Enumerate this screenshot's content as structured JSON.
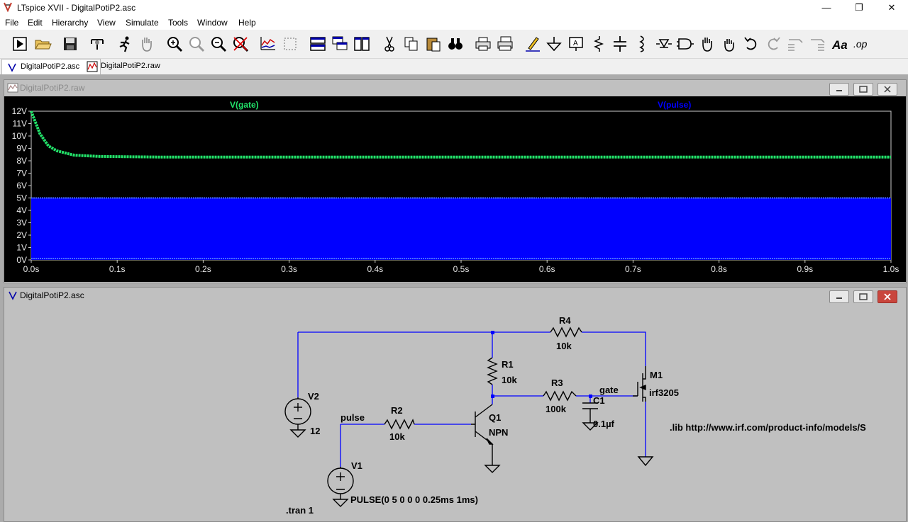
{
  "window": {
    "title": "LTspice XVII - DigitalPotiP2.asc",
    "minimize_glyph": "—",
    "maximize_glyph": "❐",
    "close_glyph": "✕"
  },
  "menu": [
    "File",
    "Edit",
    "Hierarchy",
    "View",
    "Simulate",
    "Tools",
    "Window",
    "Help"
  ],
  "toolbar_icons": [
    "run-icon",
    "open-icon",
    "save-icon",
    "control-panel-icon",
    "run-simulation-icon",
    "pan-hand-icon",
    "zoom-in-icon",
    "zoom-area-icon",
    "zoom-out-icon",
    "zoom-cancel-icon",
    "autoscale-icon",
    "zoom-fit-icon",
    "tile-horizontal-icon",
    "cascade-icon",
    "tile-vertical-icon",
    "cut-icon",
    "copy-icon",
    "paste-icon",
    "find-icon",
    "print-icon",
    "print-setup-icon",
    "pencil-wire-icon",
    "ground-icon",
    "label-net-icon",
    "resistor-icon",
    "capacitor-icon",
    "inductor-icon",
    "diode-icon",
    "component-icon",
    "move-hand-icon",
    "drag-hand-icon",
    "undo-icon",
    "redo-icon",
    "rotate-icon",
    "mirror-icon",
    "text-icon",
    "spice-directive-icon"
  ],
  "tabs": [
    {
      "label": "DigitalPotiP2.asc",
      "icon": "schematic-icon"
    },
    {
      "label": "DigitalPotiP2.raw",
      "icon": "waveform-icon"
    }
  ],
  "plot_window": {
    "title": "DigitalPotiP2.raw",
    "trace1": "V(gate)",
    "trace2": "V(pulse)"
  },
  "schematic_window": {
    "title": "DigitalPotiP2.asc"
  },
  "chart_data": {
    "type": "line",
    "series": [
      {
        "name": "V(gate)",
        "color": "#22e36a",
        "x": [
          0.0,
          0.01,
          0.02,
          0.03,
          0.05,
          0.08,
          0.15,
          1.0
        ],
        "values": [
          12.0,
          10.2,
          9.2,
          8.8,
          8.45,
          8.35,
          8.3,
          8.3
        ]
      },
      {
        "name": "V(pulse)",
        "color": "#0000ff",
        "x": [
          0.0,
          1.0
        ],
        "values_min": [
          0,
          0
        ],
        "values_max": [
          5,
          5
        ]
      }
    ],
    "x_ticks": [
      "0.0s",
      "0.1s",
      "0.2s",
      "0.3s",
      "0.4s",
      "0.5s",
      "0.6s",
      "0.7s",
      "0.8s",
      "0.9s",
      "1.0s"
    ],
    "y_ticks": [
      "0V",
      "1V",
      "2V",
      "3V",
      "4V",
      "5V",
      "6V",
      "7V",
      "8V",
      "9V",
      "10V",
      "11V",
      "12V"
    ],
    "xlim": [
      0,
      1.0
    ],
    "ylim": [
      0,
      12
    ],
    "grid": false
  },
  "schematic": {
    "R4": {
      "name": "R4",
      "value": "10k"
    },
    "R1": {
      "name": "R1",
      "value": "10k"
    },
    "R3": {
      "name": "R3",
      "value": "100k"
    },
    "R2": {
      "name": "R2",
      "value": "10k"
    },
    "C1": {
      "name": "C1",
      "value": "0.1µf"
    },
    "M1": {
      "name": "M1",
      "value": "irf3205"
    },
    "Q1": {
      "name": "Q1",
      "value": "NPN"
    },
    "V2": {
      "name": "V2",
      "value": "12"
    },
    "V1": {
      "name": "V1",
      "value": "PULSE(0 5 0 0 0 0.25ms 1ms)"
    },
    "net_gate": "gate",
    "net_pulse": "pulse",
    "directive_lib": ".lib http://www.irf.com/product-info/models/S",
    "directive_tran": ".tran 1"
  },
  "colors": {
    "wire": "#0000ff",
    "plot_bg": "#000000",
    "gate_trace": "#22e36a",
    "pulse_trace": "#0000ff"
  }
}
